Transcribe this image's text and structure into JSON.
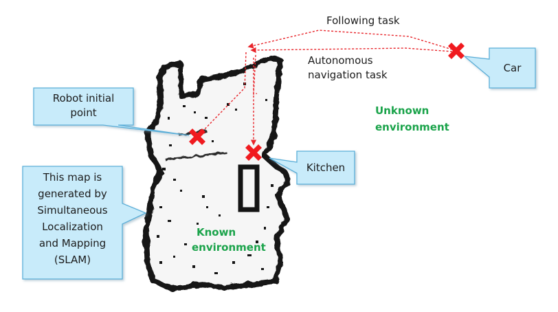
{
  "labels": {
    "following_task": "Following task",
    "autonomous_task_line1": "Autonomous",
    "autonomous_task_line2": "navigation task",
    "car": "Car",
    "robot_line1": "Robot initial",
    "robot_line2": "point",
    "kitchen": "Kitchen",
    "unknown_line1": "Unknown",
    "unknown_line2": "environment",
    "known_line1": "Known",
    "known_line2": "environment",
    "slam_lines": [
      "This map is",
      "generated by",
      "Simultaneous",
      "Localization",
      "and Mapping",
      "(SLAM)"
    ]
  },
  "colors": {
    "callout_fill": "#c8ebfa",
    "callout_stroke": "#5aaed8",
    "path_red": "#e8242a",
    "env_green": "#1aa34a",
    "map_black": "#141414"
  },
  "icons": {
    "marker": "red-cross-marker"
  }
}
